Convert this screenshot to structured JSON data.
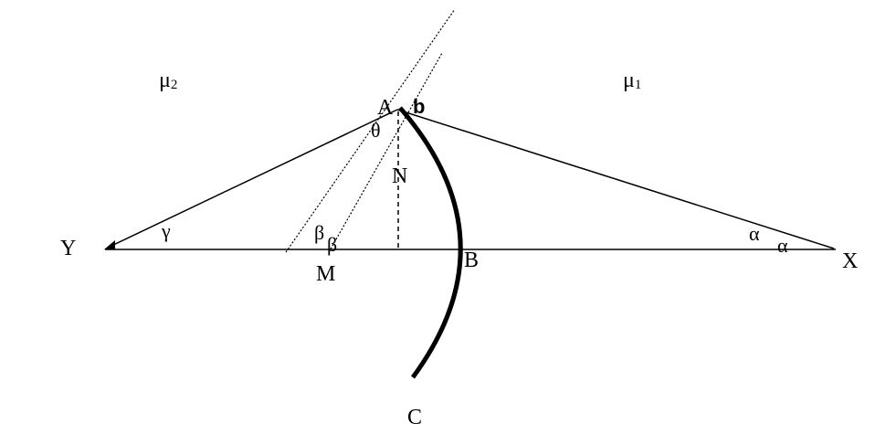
{
  "media": {
    "left": "μ",
    "left_sub": "2",
    "right": "μ",
    "right_sub": "1"
  },
  "points": {
    "A": "A",
    "b": "b",
    "N": "N",
    "Y": "Y",
    "X": "X",
    "M": "M",
    "B": "B",
    "C": "C"
  },
  "angles": {
    "theta": "θ",
    "gamma": "γ",
    "beta_upper": "β",
    "beta_lower": "β",
    "alpha_upper": "α",
    "alpha_lower": "α"
  },
  "colors": {
    "ink": "#000000",
    "background": "#ffffff"
  }
}
